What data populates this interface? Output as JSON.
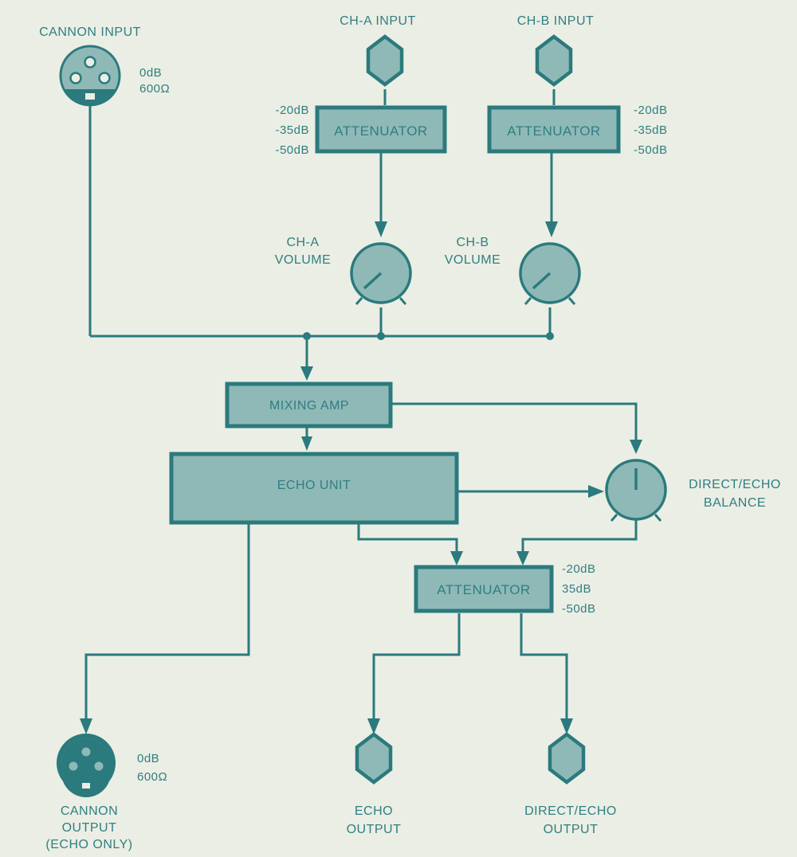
{
  "colors": {
    "line": "#2b7a7d",
    "fill": "#8fb9b7",
    "text": "#2f7f82",
    "background": "#ebeee4"
  },
  "inputs": {
    "cannon": {
      "label": "CANNON INPUT",
      "level": "0dB",
      "impedance": "600Ω",
      "icon": "xlr-female-connector-icon"
    },
    "ch_a": {
      "label": "CH-A INPUT",
      "icon": "hex-jack-icon"
    },
    "ch_b": {
      "label": "CH-B INPUT",
      "icon": "hex-jack-icon"
    }
  },
  "attenuator_a": {
    "label": "ATTENUATOR",
    "steps": [
      "-20dB",
      "-35dB",
      "-50dB"
    ]
  },
  "attenuator_b": {
    "label": "ATTENUATOR",
    "steps": [
      "-20dB",
      "-35dB",
      "-50dB"
    ]
  },
  "volume_a": {
    "line1": "CH-A",
    "line2": "VOLUME",
    "icon": "rotary-knob-icon"
  },
  "volume_b": {
    "line1": "CH-B",
    "line2": "VOLUME",
    "icon": "rotary-knob-icon"
  },
  "mixing_amp": {
    "label": "MIXING AMP"
  },
  "echo_unit": {
    "label": "ECHO UNIT"
  },
  "balance": {
    "line1": "DIRECT/ECHO",
    "line2": "BALANCE",
    "icon": "rotary-knob-icon"
  },
  "attenuator_out": {
    "label": "ATTENUATOR",
    "steps": [
      "-20dB",
      "35dB",
      "-50dB"
    ]
  },
  "outputs": {
    "cannon": {
      "line1": "CANNON",
      "line2": "OUTPUT",
      "line3": "(ECHO ONLY)",
      "level": "0dB",
      "impedance": "600Ω",
      "icon": "xlr-male-connector-icon"
    },
    "echo": {
      "line1": "ECHO",
      "line2": "OUTPUT",
      "icon": "hex-jack-icon"
    },
    "direct_echo": {
      "line1": "DIRECT/ECHO",
      "line2": "OUTPUT",
      "icon": "hex-jack-icon"
    }
  }
}
